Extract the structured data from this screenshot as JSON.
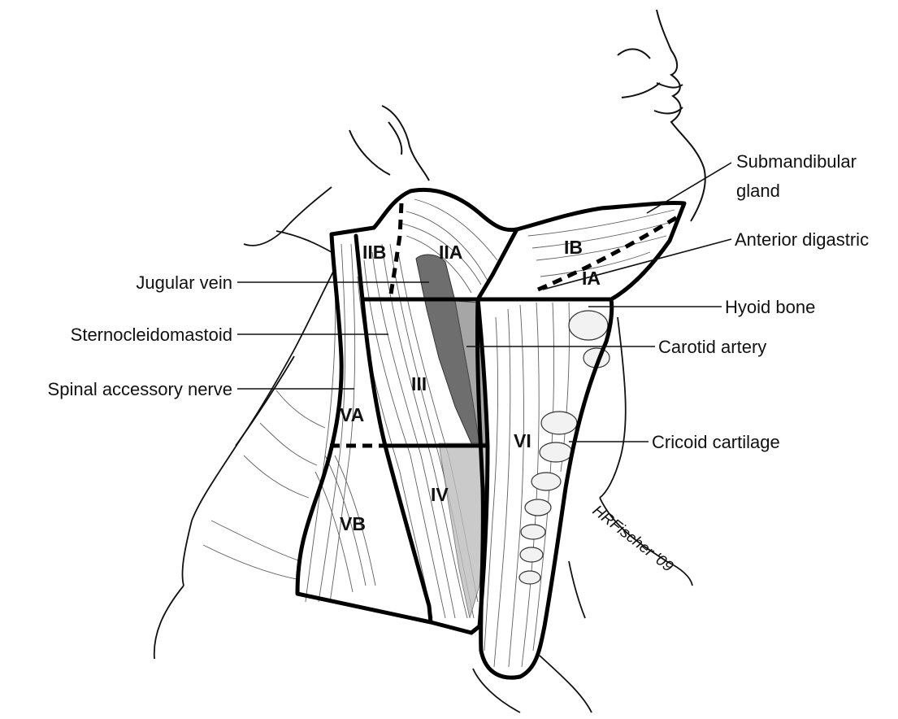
{
  "labels": {
    "submandibular_line1": "Submandibular",
    "submandibular_line2": "gland",
    "anterior_digastric": "Anterior digastric",
    "hyoid_bone": "Hyoid bone",
    "carotid_artery": "Carotid artery",
    "cricoid_cartilage": "Cricoid cartilage",
    "jugular_vein": "Jugular vein",
    "sternocleidomastoid": "Sternocleidomastoid",
    "spinal_accessory_nerve": "Spinal accessory nerve"
  },
  "levels": {
    "IIB": "IIB",
    "IIA": "IIA",
    "IB": "IB",
    "IA": "IA",
    "III": "III",
    "VA": "VA",
    "VB": "VB",
    "IV": "IV",
    "VI": "VI"
  },
  "signature": "HRFischer '09",
  "colors": {
    "ink": "#111111",
    "vessel_dark": "#6e6e6e",
    "vessel_light": "#a6a6a6",
    "background": "#ffffff"
  }
}
